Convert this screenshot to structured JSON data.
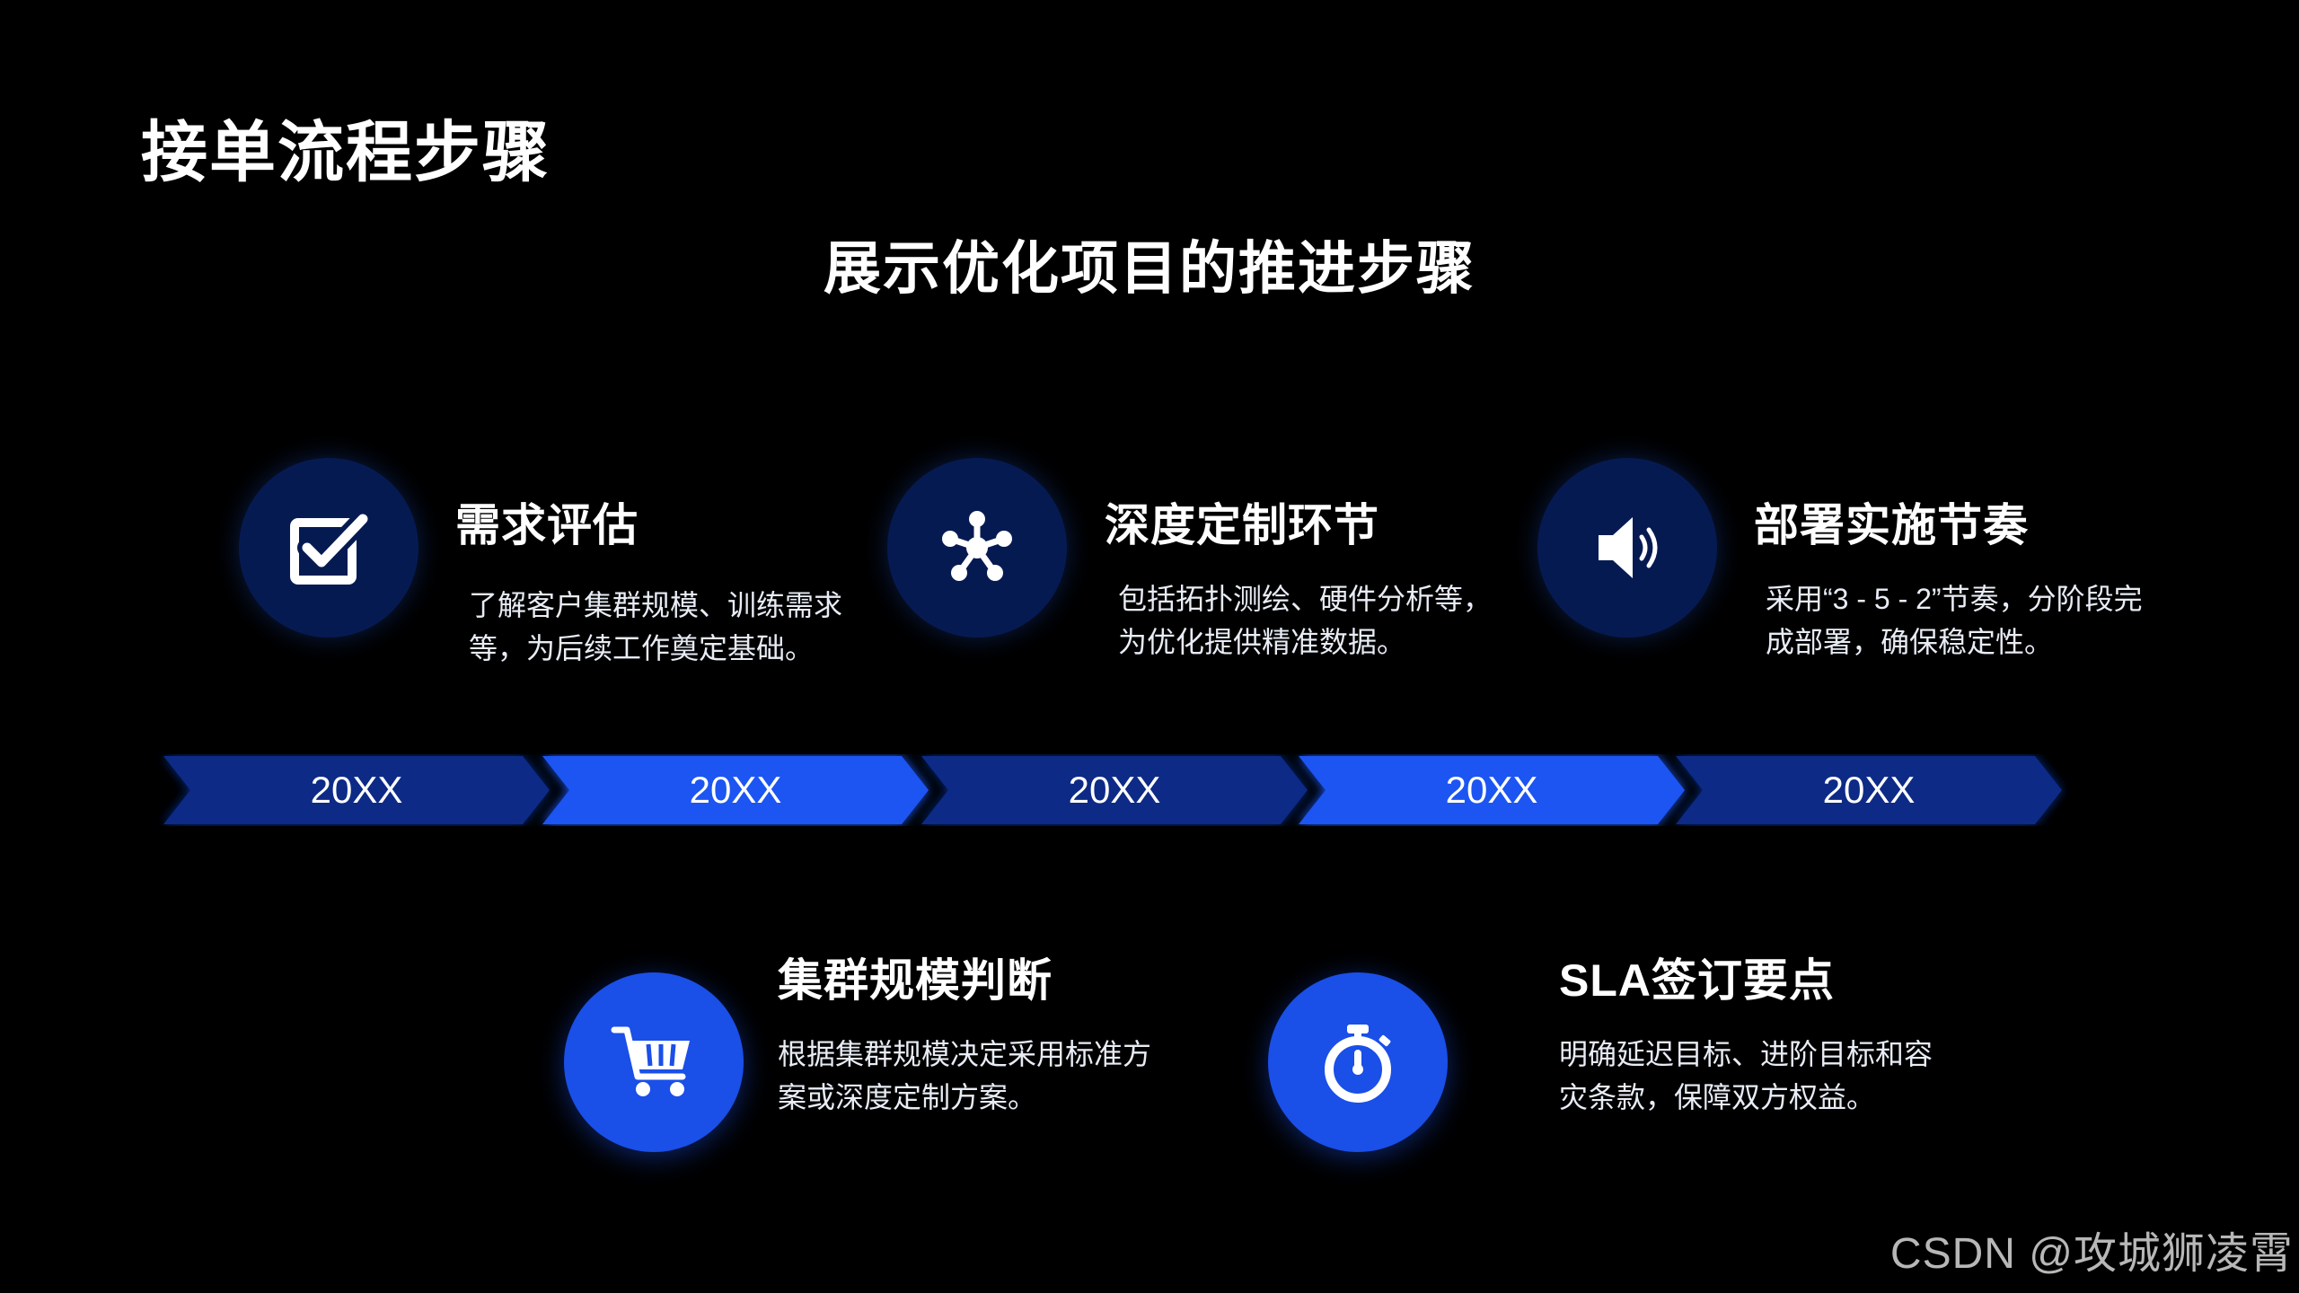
{
  "page_title": "接单流程步骤",
  "subtitle": "展示优化项目的推进步骤",
  "colors": {
    "background": "#000000",
    "dark_navy": "#061a52",
    "bright_blue": "#1a4fe8",
    "chevron_dark": "#0b2a86",
    "chevron_bright": "#1a55f2"
  },
  "steps": [
    {
      "title": "需求评估",
      "desc_line1": "了解客户集群规模、训练需求",
      "desc_line2": "等，为后续工作奠定基础。",
      "icon": "checkbox-icon",
      "style": "dark"
    },
    {
      "title": "深度定制环节",
      "desc_line1": "包括拓扑测绘、硬件分析等，",
      "desc_line2": "为优化提供精准数据。",
      "icon": "network-hub-icon",
      "style": "dark"
    },
    {
      "title": "部署实施节奏",
      "desc_line1": "采用“3 - 5 - 2”节奏，分阶段完",
      "desc_line2": "成部署，确保稳定性。",
      "icon": "speaker-icon",
      "style": "dark"
    },
    {
      "title": "集群规模判断",
      "desc_line1": "根据集群规模决定采用标准方",
      "desc_line2": "案或深度定制方案。",
      "icon": "shopping-cart-icon",
      "style": "bright"
    },
    {
      "title": "SLA签订要点",
      "desc_line1": "明确延迟目标、进阶目标和容",
      "desc_line2": "灾条款，保障双方权益。",
      "icon": "stopwatch-icon",
      "style": "bright"
    }
  ],
  "timeline": [
    {
      "label": "20XX",
      "style": "dark"
    },
    {
      "label": "20XX",
      "style": "bright"
    },
    {
      "label": "20XX",
      "style": "dark"
    },
    {
      "label": "20XX",
      "style": "bright"
    },
    {
      "label": "20XX",
      "style": "dark"
    }
  ],
  "watermark": "CSDN @攻城狮凌霄"
}
